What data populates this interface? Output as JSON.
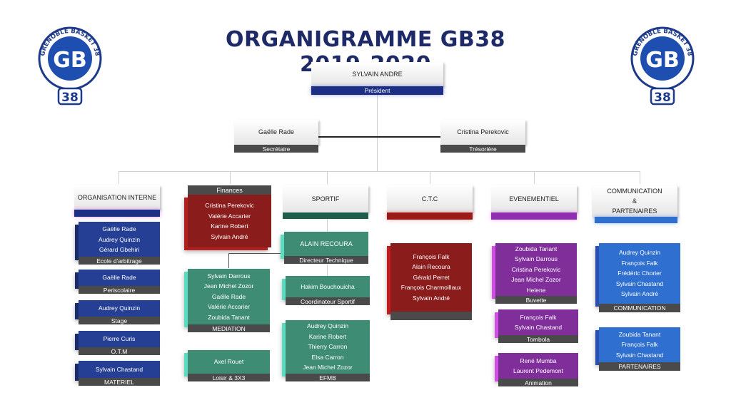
{
  "title": "ORGANIGRAMME GB38 2019-2020",
  "logo": {
    "ring_text": "GRENOBLE BASKET 38",
    "mark": "GB",
    "number": "38"
  },
  "colors": {
    "navy": "#1e2a68",
    "red": "#8b1c1c",
    "teal": "#3f8c74",
    "purple": "#7f2e9a",
    "blue": "#2f6fcf"
  },
  "president": {
    "name": "SYLVAIN ANDRE",
    "role": "Président"
  },
  "secretaire": {
    "name": "Gaëlle Rade",
    "role": "Secrétaire"
  },
  "tresoriere": {
    "name": "Cristina Perekovic",
    "role": "Trésorière"
  },
  "org": {
    "header": "ORGANISATION INTERNE",
    "ecole": {
      "members": [
        "Gaëlle Rade",
        "Audrey Quinzin",
        "Gérard Gbehiri"
      ],
      "label": "Ecole d'arbitrage"
    },
    "periscolaire": {
      "members": [
        "Gaëlle Rade"
      ],
      "label": "Periscolaire"
    },
    "stage": {
      "members": [
        "Audrey Quinzin"
      ],
      "label": "Stage"
    },
    "otm": {
      "members": [
        "Pierre Curis"
      ],
      "label": "O.T.M"
    },
    "materiel": {
      "members": [
        "Sylvain Chastand"
      ],
      "label": "MATERIEL"
    }
  },
  "finances": {
    "header": "Finances",
    "members": [
      "Cristina Perekovic",
      "Valérie Accarier",
      "Karine Robert",
      "Sylvain André"
    ]
  },
  "sportif": {
    "header": "SPORTIF",
    "directeur": {
      "name": "ALAIN RECOURA",
      "label": "Directeur Technique"
    },
    "mediation": {
      "members": [
        "Sylvain Darrous",
        "Jean Michel Zozor",
        "Gaëlle Rade",
        "Valérie Accarier",
        "Zoubida Tanant"
      ],
      "label": "MEDIATION"
    },
    "loisir": {
      "members": [
        "Axel Rouet"
      ],
      "label": "Loisir & 3X3"
    },
    "coordinateur": {
      "name": "Hakim Bouchouicha",
      "label": "Coordinateur Sportif"
    },
    "efmb": {
      "members": [
        "Audrey Quinzin",
        "Karine Robert",
        "Thierry Carron",
        "Elsa Carron",
        "Jean Michel Zozor"
      ],
      "label": "EFMB"
    }
  },
  "ctc": {
    "header": "C.T.C",
    "members": [
      "François Falk",
      "Alain Recoura",
      "Gérald Perret",
      "François Charmoillaux",
      "Sylvain André"
    ]
  },
  "evenementiel": {
    "header": "EVENEMENTIEL",
    "buvette": {
      "members": [
        "Zoubida Tanant",
        "Sylvain Darrous",
        "Cristina Perekovic",
        "Jean Michel Zozor",
        "Helene"
      ],
      "label": "Buvette"
    },
    "tombola": {
      "members": [
        "François Falk",
        "Sylvain Chastand"
      ],
      "label": "Tombola"
    },
    "animation": {
      "members": [
        "René Mumba",
        "Laurent Pedemont"
      ],
      "label": "Animation"
    }
  },
  "communication": {
    "header_lines": [
      "COMMUNICATION",
      "&",
      "PARTENAIRES"
    ],
    "communication": {
      "members": [
        "Audrey Quinzin",
        "François Falk",
        "Frédéric Chorier",
        "Sylvain Chastand",
        "Sylvain André"
      ],
      "label": "COMMUNICATION"
    },
    "partenaires": {
      "members": [
        "Zoubida Tanant",
        "François Falk",
        "Sylvain Chastand"
      ],
      "label": "PARTENAIRES"
    }
  }
}
